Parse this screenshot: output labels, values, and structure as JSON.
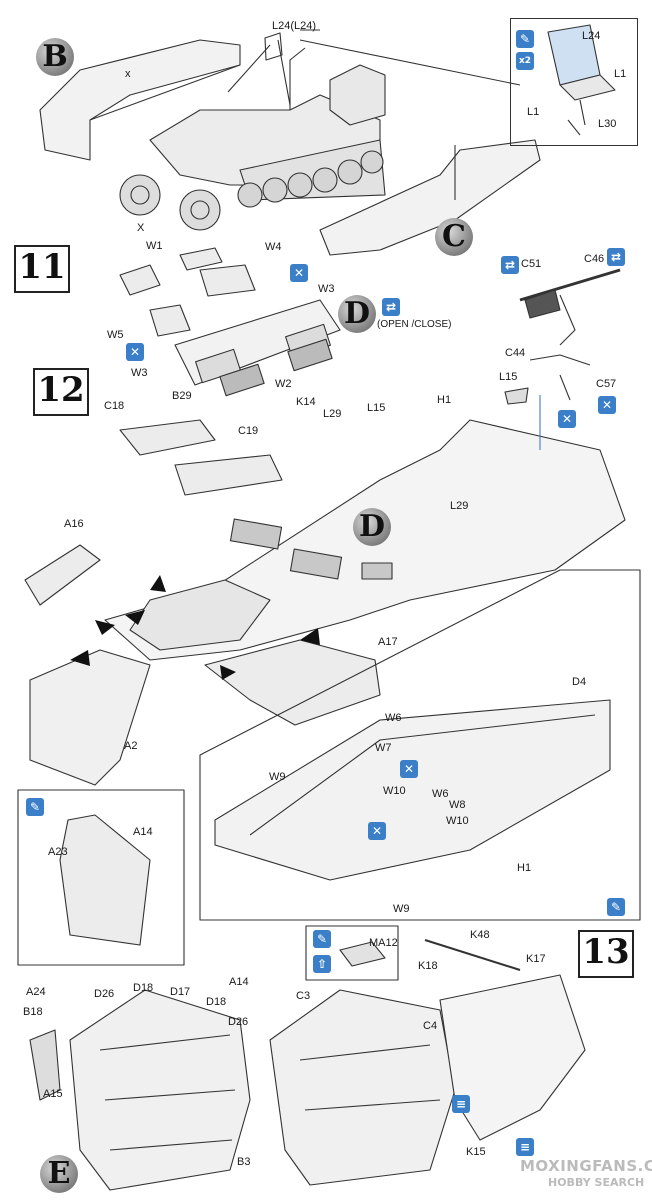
{
  "sections": {
    "B": "B",
    "C": "C",
    "D_main": "D",
    "D_step12": "D",
    "E": "E"
  },
  "steps": {
    "step11": "11",
    "step12": "12",
    "step13": "13"
  },
  "labels": {
    "L24_pair": "L24(L24)",
    "L24": "L24",
    "L1a": "L1",
    "L1b": "L1",
    "L30": "L30",
    "x_top": "x",
    "x_bottom": "X",
    "x2": "x2",
    "W1": "W1",
    "W4": "W4",
    "W3a": "W3",
    "W3b": "W3",
    "W5": "W5",
    "W2": "W2",
    "B29": "B29",
    "open_close": "(OPEN /CLOSE)",
    "C51": "C51",
    "C46": "C46",
    "C44": "C44",
    "C57": "C57",
    "C18": "C18",
    "C19": "C19",
    "K14": "K14",
    "L29a": "L29",
    "L15a": "L15",
    "L15b": "L15",
    "L29b": "L29",
    "H1a": "H1",
    "A16": "A16",
    "A17": "A17",
    "A2": "A2",
    "D4": "D4",
    "W6a": "W6",
    "W7": "W7",
    "W9a": "W9",
    "W10a": "W10",
    "W6b": "W6",
    "W8": "W8",
    "W10b": "W10",
    "H1b": "H1",
    "W9b": "W9",
    "A14a": "A14",
    "A23": "A23",
    "MA12": "MA12",
    "K48": "K48",
    "K18": "K18",
    "K17": "K17",
    "A24": "A24",
    "D26a": "D26",
    "D18a": "D18",
    "D17": "D17",
    "D18b": "D18",
    "A14b": "A14",
    "D26b": "D26",
    "B18": "B18",
    "A15": "A15",
    "B3": "B3",
    "C3": "C3",
    "C4": "C4",
    "K15": "K15",
    "watermark": "MOXINGFANS.COM",
    "watermark2": "HOBBY SEARCH"
  },
  "colors": {
    "accent": "#3a7fc8",
    "line": "#333333"
  },
  "icons": [
    "glue-icon",
    "cement-icon",
    "paint-icon",
    "optional-icon"
  ]
}
